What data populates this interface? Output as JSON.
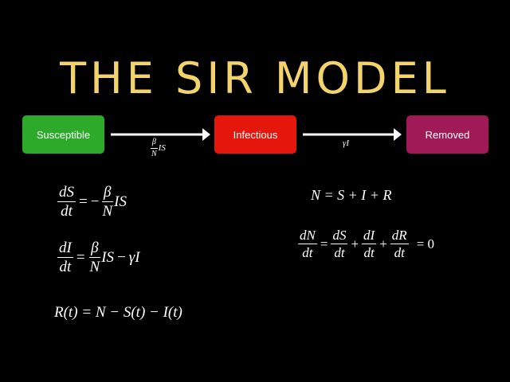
{
  "title": "THE SIR MODEL",
  "colors": {
    "title": "#f3d36b",
    "susceptible": "#2eaa2a",
    "infectious": "#e5170d",
    "removed": "#9f1a56",
    "background": "#000000"
  },
  "compartments": [
    {
      "label": "Susceptible"
    },
    {
      "label": "Infectious"
    },
    {
      "label": "Removed"
    }
  ],
  "transitions": {
    "si_rate": {
      "num": "β",
      "den": "N",
      "tail": "IS"
    },
    "ir_rate": {
      "text": "γI"
    }
  },
  "equations": {
    "ds": {
      "lhs_num": "dS",
      "lhs_den": "dt",
      "eq": "=",
      "neg": "−",
      "num": "β",
      "den": "N",
      "tail": "IS"
    },
    "di": {
      "lhs_num": "dI",
      "lhs_den": "dt",
      "eq": "=",
      "num": "β",
      "den": "N",
      "tail": "IS",
      "minus": "−",
      "term": "γI"
    },
    "r": {
      "text": "R(t) = N − S(t) − I(t)"
    },
    "n": {
      "text": "N = S + I + R"
    },
    "dn": {
      "n1": "dN",
      "d1": "dt",
      "eq": "=",
      "n2": "dS",
      "d2": "dt",
      "plus1": "+",
      "n3": "dI",
      "d3": "dt",
      "plus2": "+",
      "n4": "dR",
      "d4": "dt",
      "eq2": "= 0"
    }
  }
}
